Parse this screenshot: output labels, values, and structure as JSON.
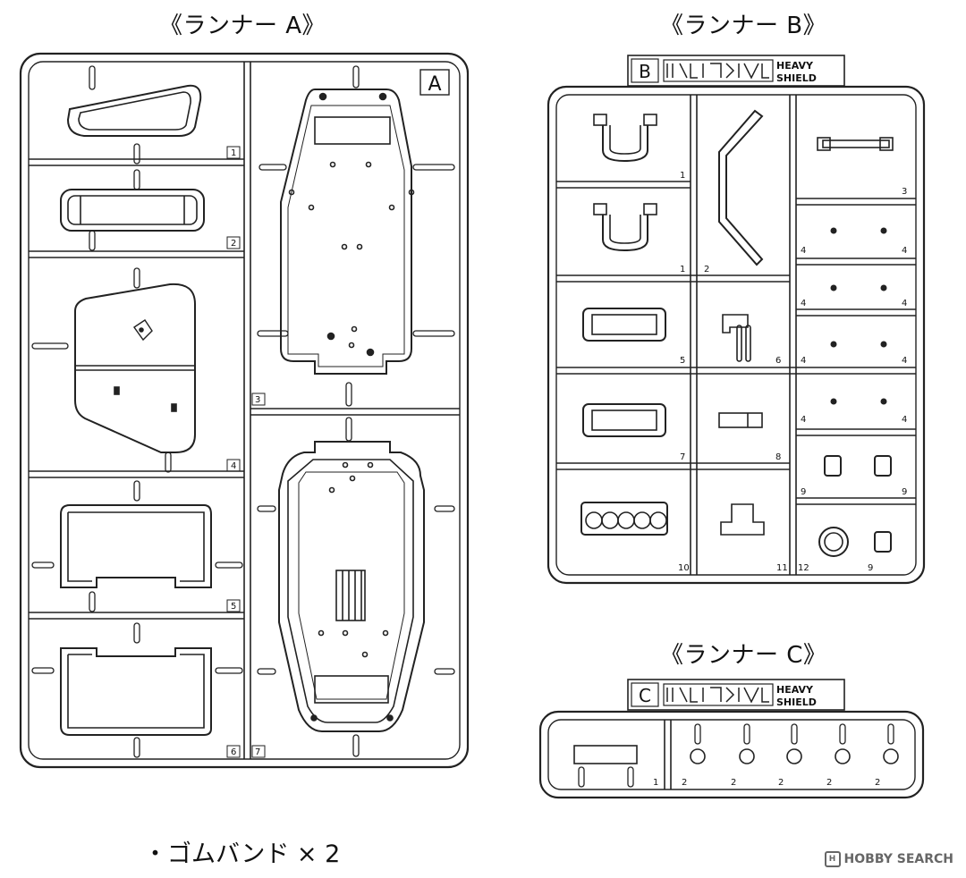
{
  "titles": {
    "runner_a": "《ランナー A》",
    "runner_b": "《ランナー B》",
    "runner_c": "《ランナー C》"
  },
  "runner_a": {
    "corner_letter": "A",
    "part_numbers": [
      "1",
      "2",
      "3",
      "4",
      "5",
      "6",
      "7"
    ]
  },
  "runner_b": {
    "tag_letter": "B",
    "tag_line1": "HEAVY",
    "tag_line2": "SHIELD",
    "part_numbers": [
      "1",
      "1",
      "2",
      "3",
      "4",
      "4",
      "4",
      "4",
      "4",
      "4",
      "4",
      "4",
      "5",
      "6",
      "7",
      "8",
      "9",
      "9",
      "9",
      "10",
      "11",
      "12"
    ]
  },
  "runner_c": {
    "tag_letter": "C",
    "tag_line1": "HEAVY",
    "tag_line2": "SHIELD",
    "part_numbers": [
      "1",
      "2",
      "2",
      "2",
      "2",
      "2"
    ]
  },
  "bottom_note": "・ゴムバンド × 2",
  "watermark": "HOBBY SEARCH"
}
